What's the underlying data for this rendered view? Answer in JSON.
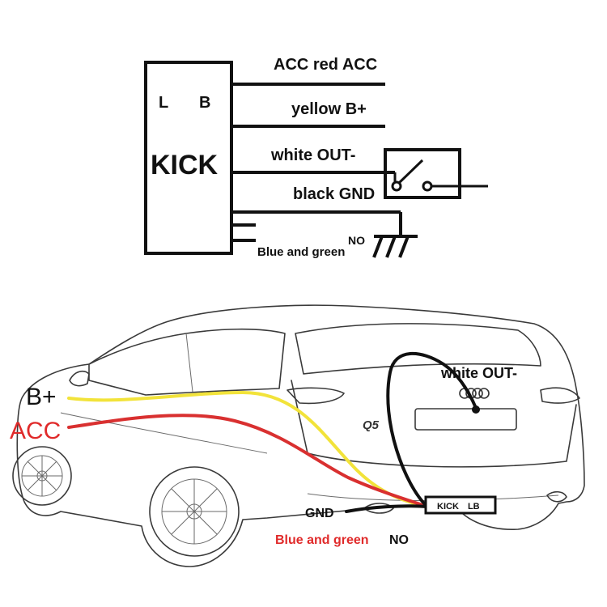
{
  "schematic": {
    "box_letters": [
      "L",
      "B"
    ],
    "box_name": "KICK",
    "wires": [
      "ACC red ACC",
      "yellow B+",
      "white OUT-",
      "black GND"
    ],
    "no_label": "NO",
    "bottom_label": "Blue and green"
  },
  "car_diagram": {
    "label_bplus": "B+",
    "label_acc": "ACC",
    "label_white_out": "white OUT-",
    "label_gnd": "GND",
    "label_blue_green": "Blue and green",
    "label_no": "NO",
    "module_text": "KICK LB",
    "badge": "Q5"
  },
  "colors": {
    "yellow_wire": "#f2e33a",
    "red_wire": "#d93030",
    "black_wire": "#111111",
    "acc_label": "#e02a2a",
    "blue_green_label": "#e02a2a"
  }
}
